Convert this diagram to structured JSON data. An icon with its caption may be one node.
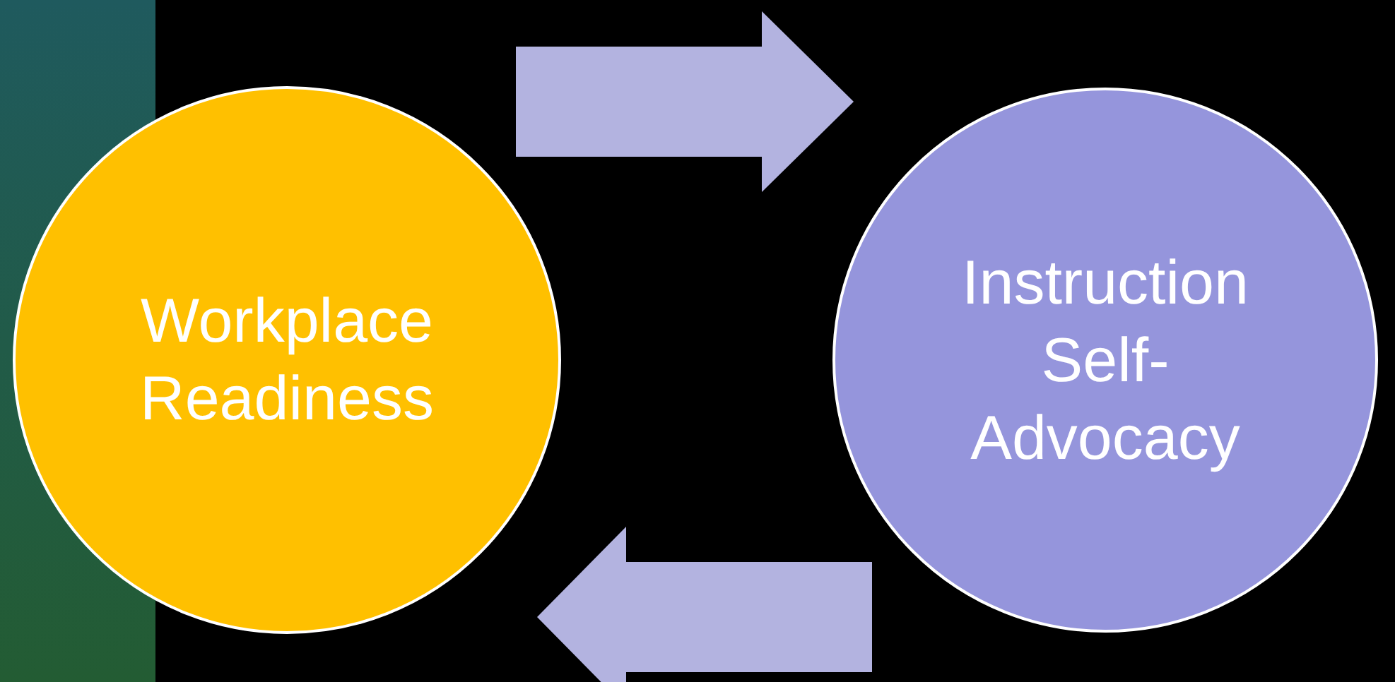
{
  "diagram": {
    "nodes": [
      {
        "text": [
          "Workplace Readiness"
        ]
      },
      {
        "text": [
          "Instruction Self-Advocacy"
        ]
      }
    ],
    "edges": [
      {
        "from": 0,
        "to": 1,
        "arrow": "to"
      },
      {
        "from": 1,
        "to": 0,
        "arrow": "to"
      }
    ]
  }
}
